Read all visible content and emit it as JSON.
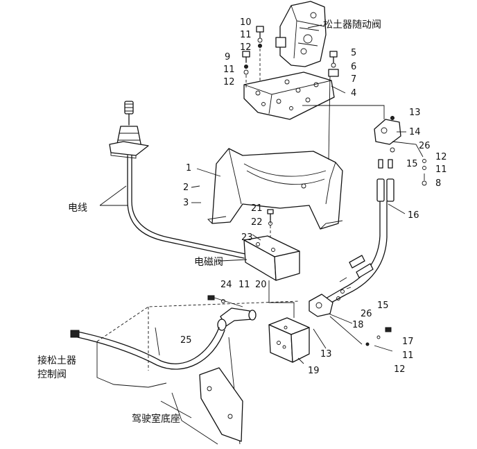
{
  "labels": {
    "ripper_follow_valve": "松土器随动阀",
    "wire": "电线",
    "solenoid_valve": "电磁阀",
    "to_ripper_control_valve_1": "接松土器",
    "to_ripper_control_valve_2": "控制阀",
    "cab_base": "驾驶室底座"
  },
  "callouts": {
    "n1": "1",
    "n2": "2",
    "n3": "3",
    "n4": "4",
    "n5": "5",
    "n6": "6",
    "n7": "7",
    "n8": "8",
    "n9": "9",
    "n10": "10",
    "n11a": "11",
    "n11b": "11",
    "n11c": "11",
    "n11d": "11",
    "n11e": "11",
    "n12a": "12",
    "n12b": "12",
    "n12c": "12",
    "n12d": "12",
    "n13a": "13",
    "n13b": "13",
    "n14": "14",
    "n15a": "15",
    "n15b": "15",
    "n16": "16",
    "n17": "17",
    "n18": "18",
    "n19": "19",
    "n20": "20",
    "n21": "21",
    "n22": "22",
    "n23": "23",
    "n24": "24",
    "n25": "25",
    "n26a": "26",
    "n26b": "26"
  }
}
